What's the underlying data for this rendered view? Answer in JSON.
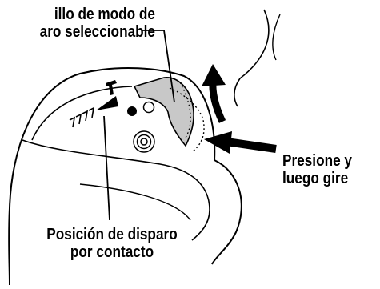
{
  "labels": {
    "selector_line1": "illo de modo de",
    "selector_line2": "aro seleccionable",
    "press_line1": "Presione y",
    "press_line2": "luego gire",
    "contact_line1": "Posición de disparo",
    "contact_line2": "por contacto"
  },
  "colors": {
    "ink": "#000000",
    "lever_fill": "#c8c8c8",
    "background": "#ffffff"
  },
  "icons": [
    "single-nail-icon",
    "multi-nail-icon",
    "arrow-indicator-icon",
    "bump-fire-dot-icon",
    "concentric-circle-icon",
    "rotate-arrow-icon",
    "press-arrow-icon"
  ]
}
